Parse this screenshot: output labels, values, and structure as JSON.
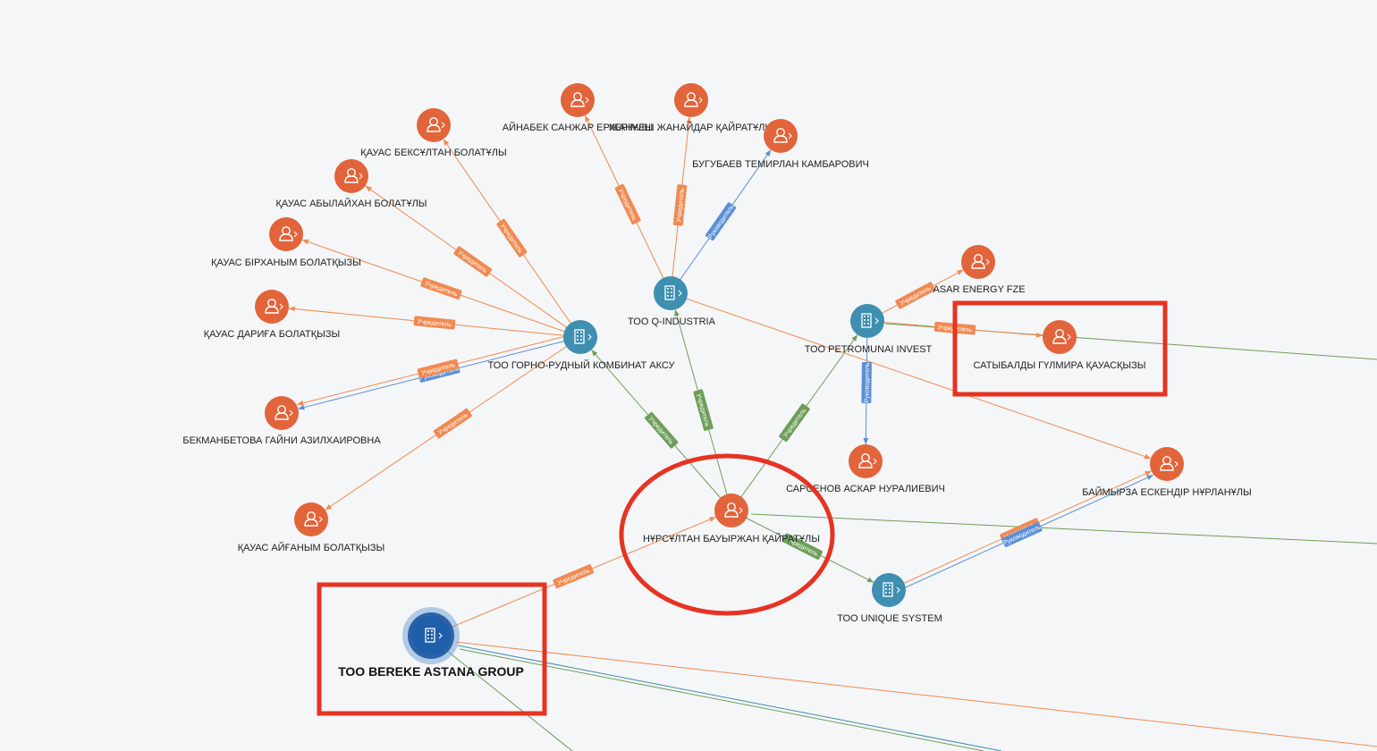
{
  "colors": {
    "person": "#e2643a",
    "company": "#3e8fb0",
    "company_focus": "#1f5ea8",
    "founder_edge": "#f08a52",
    "director_edge": "#5b8fd6",
    "green_edge": "#6e9e5a",
    "annotation": "#e63322"
  },
  "nodes": {
    "aksu": {
      "type": "company",
      "label": "ТОО ГОРНО-РУДНЫЙ КОМБИНАТ АКСУ",
      "icon": "building-icon"
    },
    "qindustria": {
      "type": "company",
      "label": "ТОО Q-INDUSTRIA",
      "icon": "building-icon"
    },
    "petromunai": {
      "type": "company",
      "label": "ТОО PETROMUNAI INVEST",
      "icon": "building-icon"
    },
    "unique": {
      "type": "company",
      "label": "ТОО UNIQUE SYSTEM",
      "icon": "building-icon"
    },
    "bereke": {
      "type": "company_focus",
      "label": "ТОО BEREKE ASTANA GROUP",
      "icon": "building-icon"
    },
    "beksultan": {
      "type": "person",
      "label": "ҚАУАС БЕКСҰЛТАН БОЛАТҰЛЫ",
      "icon": "person-icon"
    },
    "abylaikhan": {
      "type": "person",
      "label": "ҚАУАС АБЫЛАЙХАН БОЛАТҰЛЫ",
      "icon": "person-icon"
    },
    "birkhanym": {
      "type": "person",
      "label": "ҚАУАС БІРХАНЫМ БОЛАТҚЫЗЫ",
      "icon": "person-icon"
    },
    "dariga": {
      "type": "person",
      "label": "ҚАУАС ДАРИҒА БОЛАТҚЫЗЫ",
      "icon": "person-icon"
    },
    "bekmanbetova": {
      "type": "person",
      "label": "БЕКМАНБЕТОВА ГАЙНИ АЗИЛХАИРОВНА",
      "icon": "person-icon"
    },
    "aiganym": {
      "type": "person",
      "label": "ҚАУАС АЙҒАНЫМ БОЛАТҚЫЗЫ",
      "icon": "person-icon"
    },
    "ainabek": {
      "type": "person",
      "label": "АЙНАБЕК САНЖАР ЕРЖАНҰЛЫ",
      "icon": "person-icon"
    },
    "kerimesh": {
      "type": "person",
      "label": "КЕРІМЕШ ЖАНАЙДАР ҚАЙРАТҰЛЫ",
      "icon": "person-icon"
    },
    "bugubaev": {
      "type": "person",
      "label": "БУГУБАЕВ ТЕМИРЛАН КАМБАРОВИЧ",
      "icon": "person-icon"
    },
    "asar": {
      "type": "person",
      "label": "ASAR ENERGY FZE",
      "icon": "person-icon"
    },
    "satybaldy": {
      "type": "person",
      "label": "САТЫБАЛДЫ ГҮЛМИРА ҚАУАСҚЫЗЫ",
      "icon": "person-icon"
    },
    "sarsenov": {
      "type": "person",
      "label": "САРСЕНОВ АСКАР НУРАЛИЕВИЧ",
      "icon": "person-icon"
    },
    "baimyrza": {
      "type": "person",
      "label": "БАЙМЫРЗА ЕСКЕНДІР НҰРЛАНҰЛЫ",
      "icon": "person-icon"
    },
    "nursultan": {
      "type": "person",
      "label": "НҰРСҰЛТАН БАУЫРЖАН ҚАЙРАТҰЛЫ",
      "icon": "person-icon"
    }
  },
  "edge_labels": {
    "founder": "Учредитель",
    "director": "Руководитель"
  },
  "edges": [
    {
      "from": "aksu",
      "to": "beksultan",
      "kind": "founder"
    },
    {
      "from": "aksu",
      "to": "abylaikhan",
      "kind": "founder"
    },
    {
      "from": "aksu",
      "to": "birkhanym",
      "kind": "founder"
    },
    {
      "from": "aksu",
      "to": "dariga",
      "kind": "founder"
    },
    {
      "from": "aksu",
      "to": "bekmanbetova",
      "kind": "director"
    },
    {
      "from": "aksu",
      "to": "bekmanbetova",
      "kind": "founder"
    },
    {
      "from": "aksu",
      "to": "aiganym",
      "kind": "founder"
    },
    {
      "from": "qindustria",
      "to": "ainabek",
      "kind": "founder"
    },
    {
      "from": "qindustria",
      "to": "kerimesh",
      "kind": "founder"
    },
    {
      "from": "qindustria",
      "to": "bugubaev",
      "kind": "director"
    },
    {
      "from": "petromunai",
      "to": "asar",
      "kind": "founder"
    },
    {
      "from": "petromunai",
      "to": "satybaldy",
      "kind": "founder"
    },
    {
      "from": "petromunai",
      "to": "sarsenov",
      "kind": "director"
    },
    {
      "from": "unique",
      "to": "baimyrza",
      "kind": "founder"
    },
    {
      "from": "unique",
      "to": "baimyrza",
      "kind": "director"
    },
    {
      "from": "nursultan",
      "to": "aksu",
      "kind": "green"
    },
    {
      "from": "nursultan",
      "to": "qindustria",
      "kind": "green"
    },
    {
      "from": "nursultan",
      "to": "petromunai",
      "kind": "green"
    },
    {
      "from": "nursultan",
      "to": "unique",
      "kind": "green"
    },
    {
      "from": "bereke",
      "to": "nursultan",
      "kind": "founder"
    },
    {
      "from": "qindustria",
      "to": "baimyrza",
      "kind": "founder_plain"
    }
  ]
}
